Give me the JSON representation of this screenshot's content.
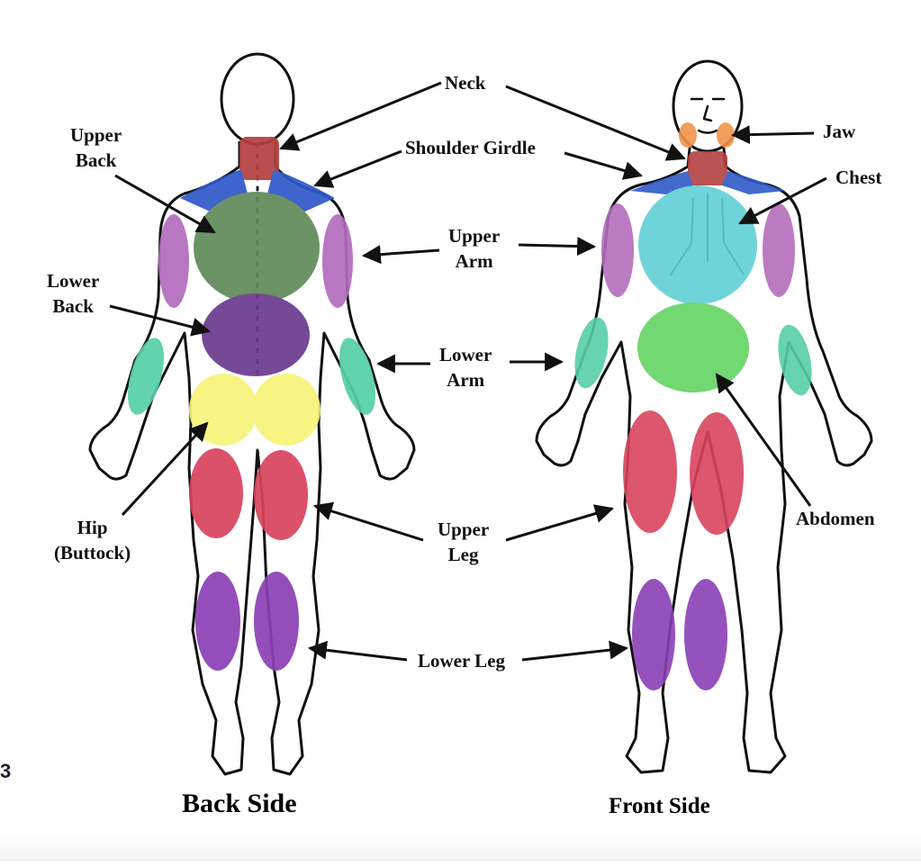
{
  "labels": {
    "neck": "Neck",
    "shoulder_girdle": "Shoulder Girdle",
    "jaw": "Jaw",
    "chest": "Chest",
    "upper_back_line1": "Upper",
    "upper_back_line2": "Back",
    "lower_back_line1": "Lower",
    "lower_back_line2": "Back",
    "upper_arm_line1": "Upper",
    "upper_arm_line2": "Arm",
    "lower_arm_line1": "Lower",
    "lower_arm_line2": "Arm",
    "upper_leg_line1": "Upper",
    "upper_leg_line2": "Leg",
    "lower_leg": "Lower Leg",
    "hip_line1": "Hip",
    "hip_line2": "(Buttock)",
    "abdomen": "Abdomen"
  },
  "captions": {
    "back_side": "Back Side",
    "front_side": "Front Side"
  },
  "edge_glyph": "3",
  "colors": {
    "neck": "#b3413f",
    "shoulder_girdle": "#2f58c8",
    "jaw": "#f0944a",
    "upper_back": "#5f8a5a",
    "lower_back": "#6b3a8e",
    "upper_arm": "#b36cbc",
    "lower_arm": "#56cfa8",
    "hip": "#f7f47a",
    "upper_leg": "#d8435e",
    "lower_leg": "#8b3fb5",
    "chest": "#5fd0d6",
    "abdomen": "#62d462",
    "outline": "#111111",
    "arrow": "#111111"
  }
}
